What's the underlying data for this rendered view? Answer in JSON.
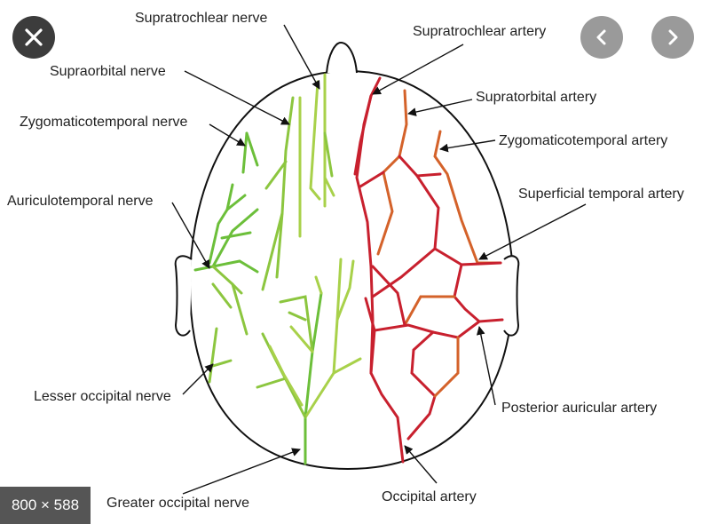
{
  "viewer": {
    "close_icon": "close-icon",
    "prev_icon": "chevron-left-icon",
    "next_icon": "chevron-right-icon",
    "dimensions": "800 × 588"
  },
  "diagram": {
    "labels": {
      "supratrochlear_nerve": "Supratrochlear nerve",
      "supraorbital_nerve": "Supraorbital nerve",
      "zygomaticotemporal_nerve": "Zygomaticotemporal nerve",
      "auriculotemporal_nerve": "Auriculotemporal nerve",
      "lesser_occipital_nerve": "Lesser occipital nerve",
      "greater_occipital_nerve": "Greater occipital nerve",
      "supratrochlear_artery": "Supratrochlear artery",
      "supraorbital_artery": "Supratorbital artery",
      "zygomaticotemporal_artery": "Zygomaticotemporal artery",
      "superficial_temporal_artery": "Superficial temporal artery",
      "posterior_auricular_artery": "Posterior auricular artery",
      "occipital_artery": "Occipital artery"
    },
    "colors": {
      "nerve_light": "#a8d14a",
      "nerve_dark": "#5fb23a",
      "artery_red": "#c8202e",
      "artery_orange": "#d4622a",
      "outline": "#111111"
    }
  }
}
